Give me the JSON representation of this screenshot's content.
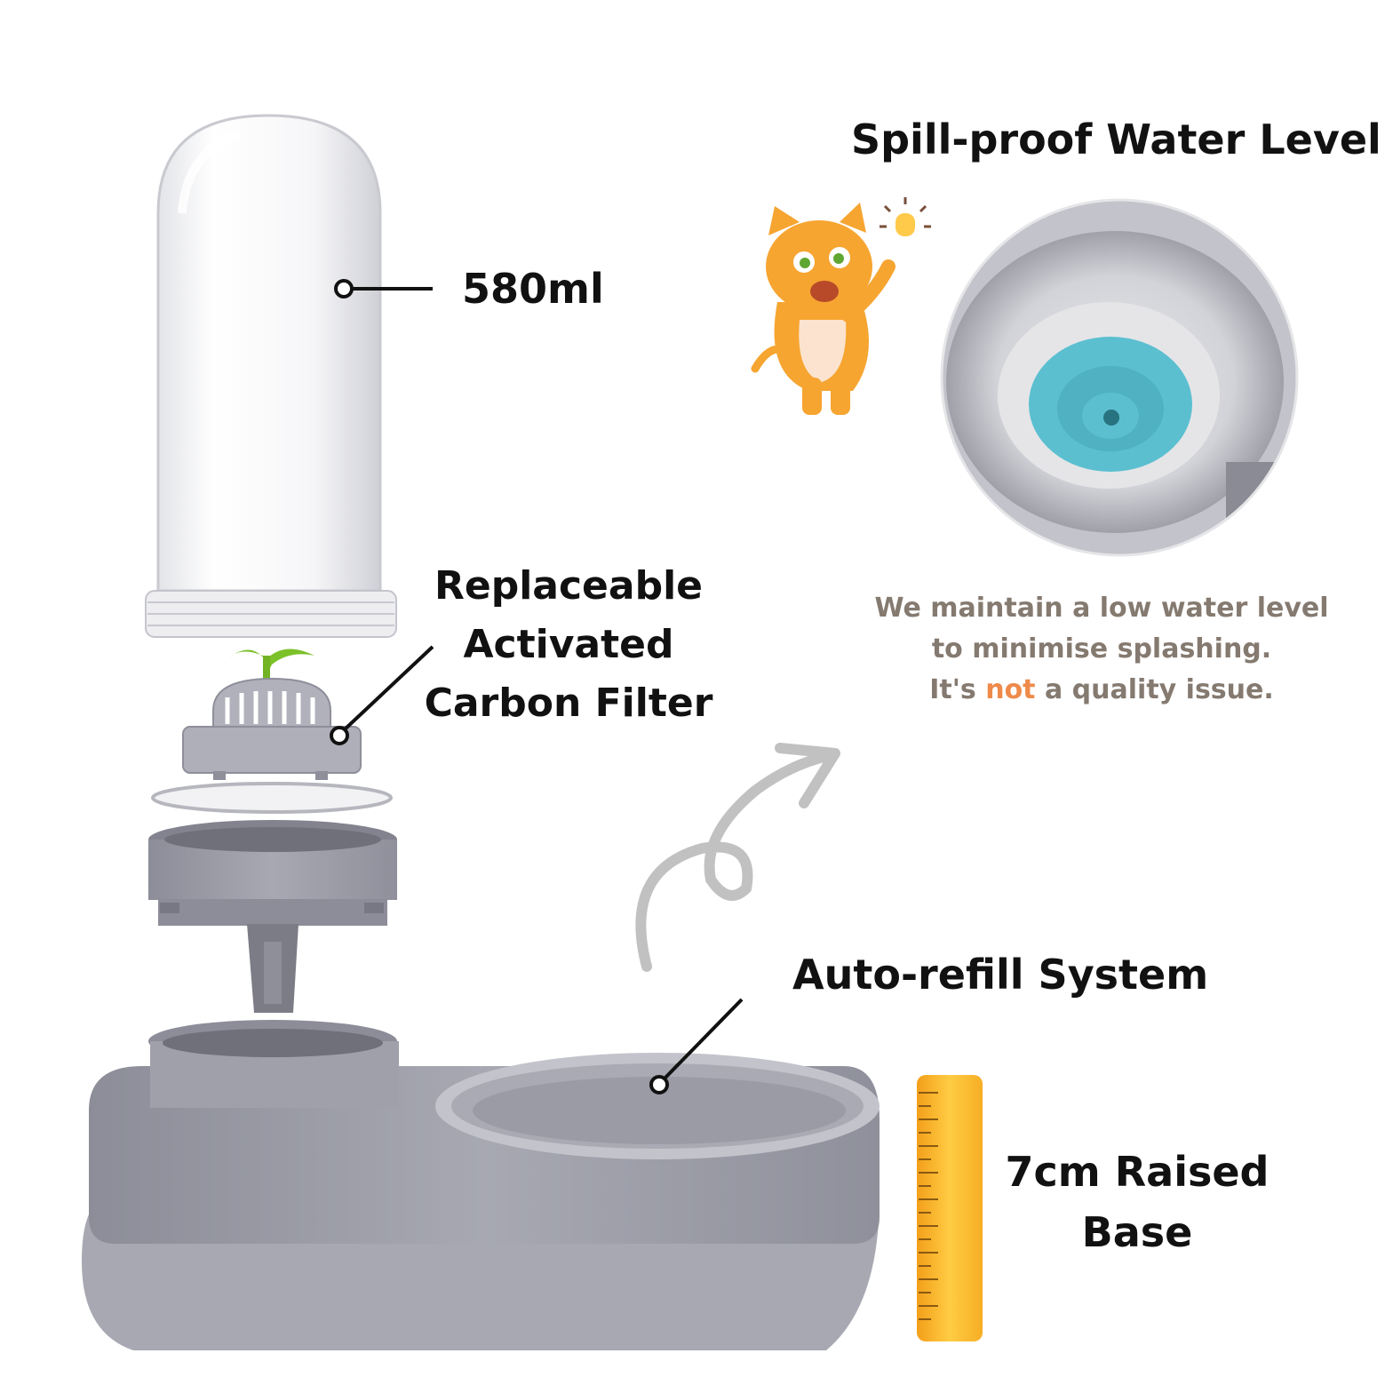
{
  "labels": {
    "capacity": "580ml",
    "filter_line1": "Replaceable",
    "filter_line2": "Activated",
    "filter_line3": "Carbon Filter",
    "spill_title": "Spill-proof Water Level",
    "refill": "Auto-refill System",
    "base_line1": "7cm Raised",
    "base_line2": "Base"
  },
  "note": {
    "line1": "We maintain a low water level",
    "line2": "to minimise splashing.",
    "line3_before": "It's",
    "line3_highlight": "not",
    "line3_after": "a quality issue."
  },
  "colors": {
    "text": "#111111",
    "note_text": "#857a70",
    "highlight": "#ef8a4a",
    "plastic_grey": "#9d9ea9",
    "tray_grey": "#b2b3bc",
    "ruler_yellow": "#f7b52c",
    "valve_blue": "#5bbfd0",
    "sprout_green": "#7dc12a",
    "cat_orange": "#f6a531"
  }
}
